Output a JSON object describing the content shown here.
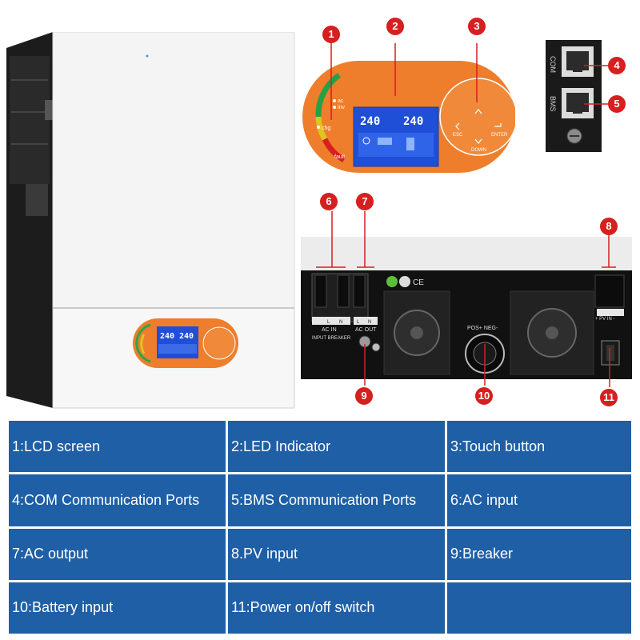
{
  "front_panel": {
    "led_labels": {
      "ac": "ac",
      "inv": "inv",
      "chg": "chg",
      "fault": "fault"
    },
    "lcd": {
      "input_value": "240",
      "output_value": "240"
    },
    "buttons": {
      "esc": "ESC",
      "enter": "ENTER",
      "down": "DOWN"
    }
  },
  "ports": {
    "com_label": "COM",
    "bms_label": "BMS"
  },
  "bottom_panel": {
    "ac_in_label": "AC IN",
    "ac_out_label": "AC OUT",
    "input_breaker_label": "INPUT BREAKER",
    "pos_neg_label": "POS+ NEG-",
    "pv_in_label": "+ PV IN -",
    "terminal_l": "L",
    "terminal_n": "N",
    "ce_mark": "CE"
  },
  "callouts": [
    "1",
    "2",
    "3",
    "4",
    "5",
    "6",
    "7",
    "8",
    "9",
    "10",
    "11"
  ],
  "legend": [
    [
      "1:LCD screen",
      "2:LED Indicator",
      "3:Touch button"
    ],
    [
      "4:COM Communication Ports",
      "5:BMS Communication Ports",
      "6:AC input"
    ],
    [
      "7:AC output",
      "8.PV input",
      "9:Breaker"
    ],
    [
      "10:Battery input",
      "11:Power on/off switch",
      ""
    ]
  ],
  "colors": {
    "orange": "#ee7d2c",
    "lcd_blue": "#1f4fd6",
    "badge_red": "#d61f1f",
    "legend_blue": "#1f5fa6"
  }
}
